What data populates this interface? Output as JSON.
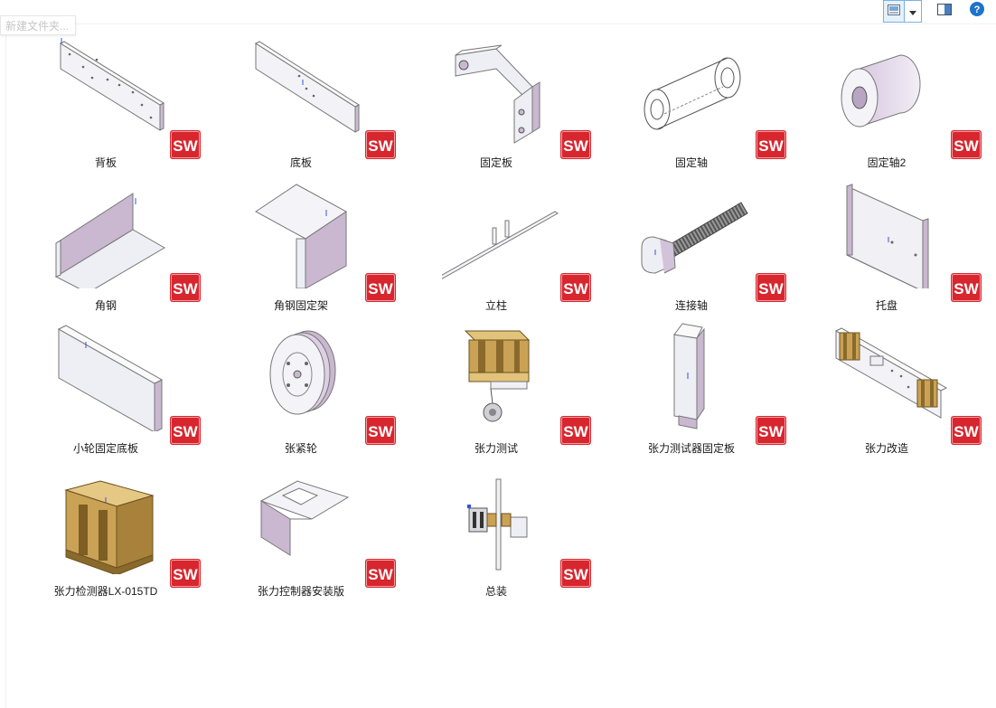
{
  "toolbar": {
    "new_folder_placeholder": "新建文件夹..."
  },
  "files": [
    {
      "name": "背板",
      "icon": "plate-holes"
    },
    {
      "name": "底板",
      "icon": "plate-long"
    },
    {
      "name": "固定板",
      "icon": "l-bracket"
    },
    {
      "name": "固定轴",
      "icon": "wire-cylinder"
    },
    {
      "name": "固定轴2",
      "icon": "ring"
    },
    {
      "name": "角钢",
      "icon": "angle-steel"
    },
    {
      "name": "角钢固定架",
      "icon": "angle-bracket"
    },
    {
      "name": "立柱",
      "icon": "post"
    },
    {
      "name": "连接轴",
      "icon": "bolt"
    },
    {
      "name": "托盘",
      "icon": "tray"
    },
    {
      "name": "小轮固定底板",
      "icon": "block-plate"
    },
    {
      "name": "张紧轮",
      "icon": "pulley"
    },
    {
      "name": "张力测试",
      "icon": "tension-test"
    },
    {
      "name": "张力测试器固定板",
      "icon": "tester-plate"
    },
    {
      "name": "张力改造",
      "icon": "tension-mod"
    },
    {
      "name": "张力检测器LX-015TD",
      "icon": "detector"
    },
    {
      "name": "张力控制器安装版",
      "icon": "bent-plate"
    },
    {
      "name": "总装",
      "icon": "assembly"
    }
  ],
  "badge": {
    "text": "SW",
    "color": "#d8262e"
  },
  "colors": {
    "accent": "#1e73c9",
    "part_face": "#eeeef5",
    "part_side": "#c9b8d0",
    "brass": "#c9a255"
  }
}
